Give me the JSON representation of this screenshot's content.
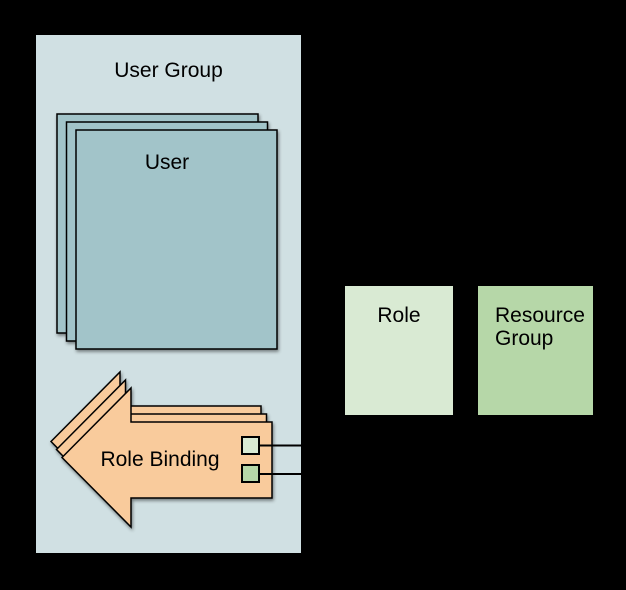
{
  "canvas": {
    "background": "#000000",
    "stroke": "#000000",
    "text_color": "#000000"
  },
  "user_group": {
    "label": "User Group",
    "fill": "#d0e0e3"
  },
  "user": {
    "label": "User",
    "fill": "#a2c4c9",
    "copies": 3
  },
  "role_binding": {
    "label": "Role Binding",
    "fill": "#f9cb9c",
    "copies": 3,
    "role_chip_fill": "#d9ead3",
    "resource_group_chip_fill": "#b6d7a8"
  },
  "role": {
    "label": "Role",
    "fill": "#d9ead3"
  },
  "resource_group": {
    "label": "Resource Group",
    "fill": "#b6d7a8"
  }
}
